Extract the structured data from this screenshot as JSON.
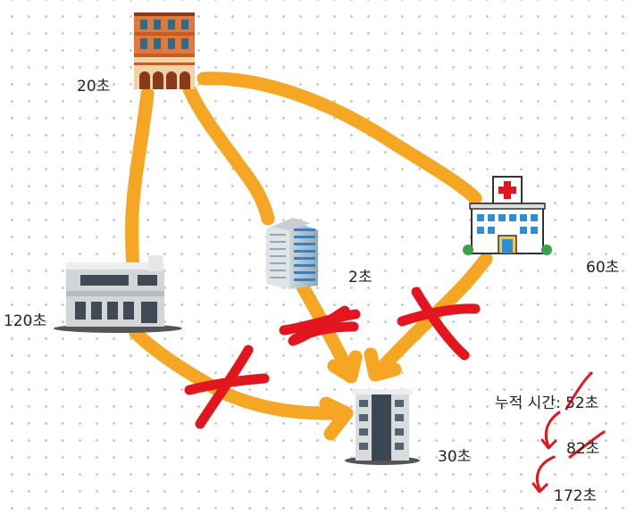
{
  "nodes": {
    "start": {
      "label": "20초"
    },
    "office": {
      "label": "120초"
    },
    "tower": {
      "label": "2초"
    },
    "hospital": {
      "label": "60초"
    },
    "goal": {
      "label": "30초"
    }
  },
  "annotation": {
    "total_label": "누적 시간: 52초",
    "step_2": "82초",
    "step_3": "172초"
  },
  "colors": {
    "path": "#f5a623",
    "cross": "#e3161f",
    "brick": "#e07a3c",
    "glass": "#2f8fd0"
  },
  "icons": [
    "brick-building-icon",
    "office-building-icon",
    "tower-icon",
    "hospital-icon",
    "goal-building-icon"
  ]
}
